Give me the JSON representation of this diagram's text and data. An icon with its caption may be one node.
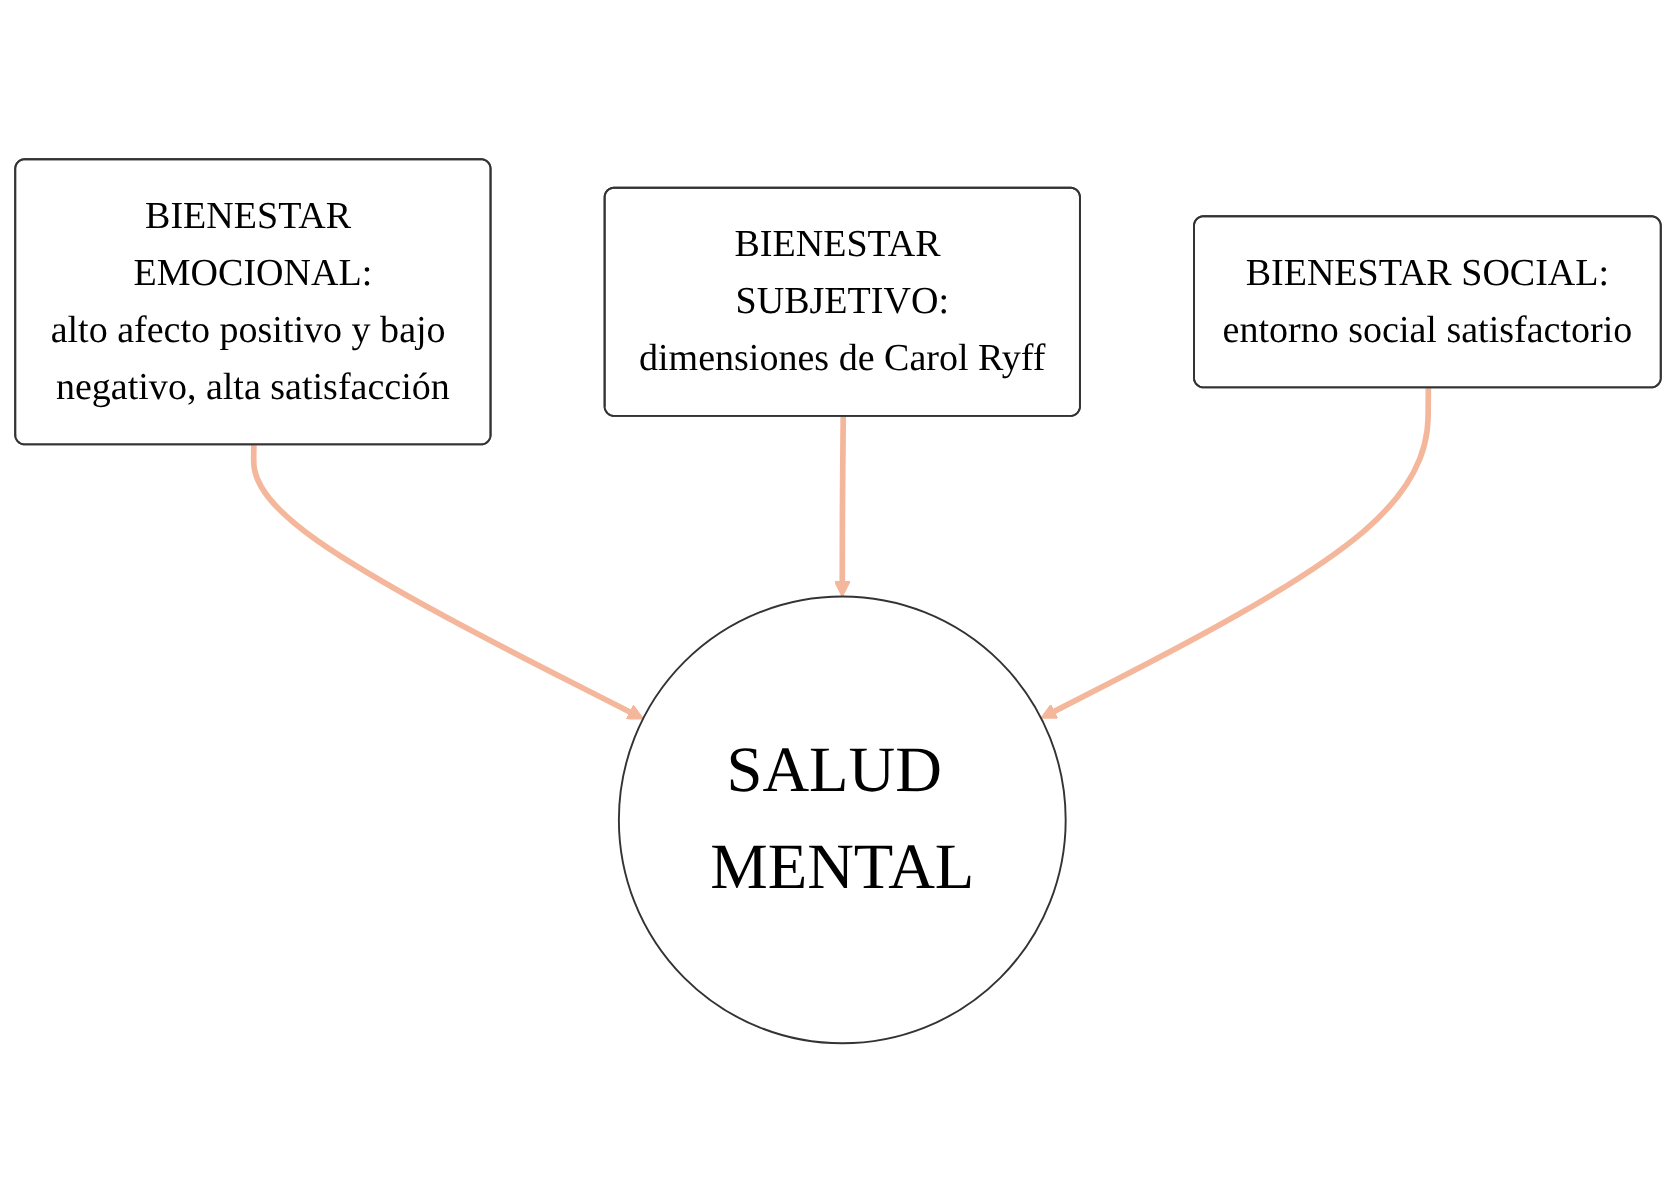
{
  "diagram": {
    "nodes": [
      {
        "text": [
          "BIENESTAR EMOCIONAL:",
          "alto afecto positivo y bajo negativo, alta satisfacción"
        ]
      },
      {
        "text": [
          "BIENESTAR SUBJETIVO:",
          "dimensiones de Carol Ryff"
        ]
      },
      {
        "text": [
          "BIENESTAR SOCIAL:",
          "entorno social satisfactorio"
        ]
      },
      {
        "text": [
          "SALUD MENTAL"
        ]
      }
    ],
    "edges": [
      {
        "from": 0,
        "to": 3,
        "arrow": "to"
      },
      {
        "from": 1,
        "to": 3,
        "arrow": "to"
      },
      {
        "from": 2,
        "to": 3,
        "arrow": "to"
      }
    ]
  }
}
